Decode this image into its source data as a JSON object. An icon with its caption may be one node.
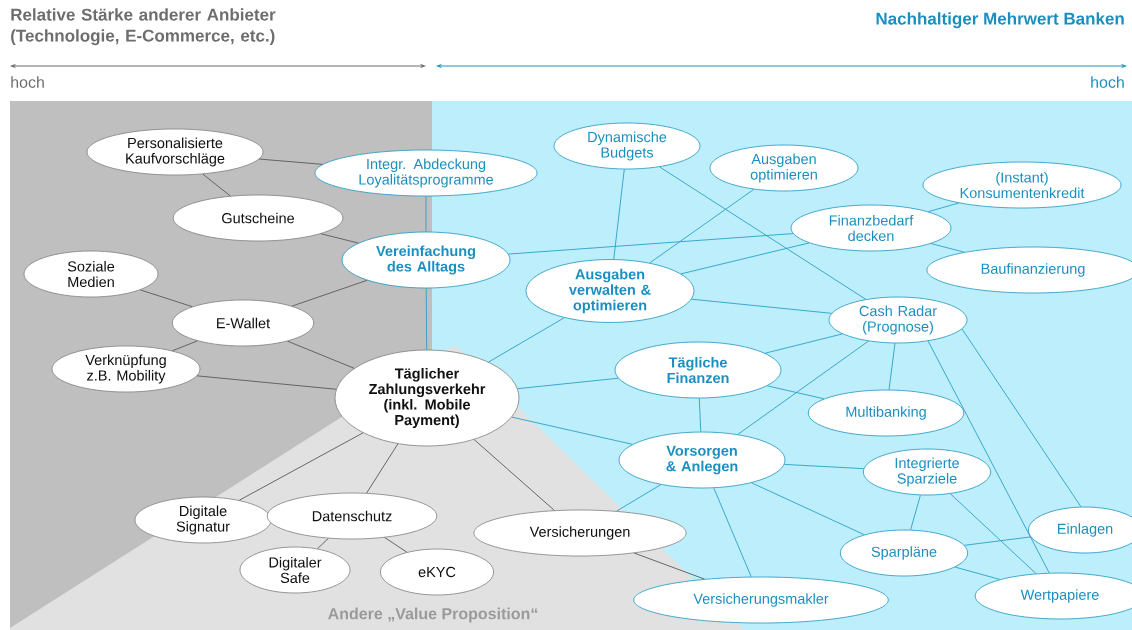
{
  "diagram": {
    "nodes": [
      {
        "text": [
          "Personalisierte Kaufvorschläge"
        ]
      },
      {
        "text": [
          "Integr. Abdeckung Loyalitätsprogramme"
        ]
      },
      {
        "text": [
          "Gutscheine"
        ]
      },
      {
        "text": [
          "Vereinfachung des Alltags"
        ]
      },
      {
        "text": [
          "Soziale Medien"
        ]
      },
      {
        "text": [
          "E-Wallet"
        ]
      },
      {
        "text": [
          "Verknüpfung z.B. Mobility"
        ]
      },
      {
        "text": [
          "Täglicher Zahlungsverkehr (inkl. Mobile Payment)"
        ]
      },
      {
        "text": [
          "Digitale Signatur"
        ]
      },
      {
        "text": [
          "Datenschutz"
        ]
      },
      {
        "text": [
          "Digitaler Safe"
        ]
      },
      {
        "text": [
          "eKYC"
        ]
      },
      {
        "text": [
          "Versicherungen"
        ]
      },
      {
        "text": [
          "Dynamische Budgets"
        ]
      },
      {
        "text": [
          "Ausgaben optimieren"
        ]
      },
      {
        "text": [
          "(Instant) Konsumentenkredit"
        ]
      },
      {
        "text": [
          "Finanzbedarf decken"
        ]
      },
      {
        "text": [
          "Ausgaben verwalten & optimieren"
        ]
      },
      {
        "text": [
          "Baufinanzierung"
        ]
      },
      {
        "text": [
          "Cash Radar (Prognose)"
        ]
      },
      {
        "text": [
          "Tägliche Finanzen"
        ]
      },
      {
        "text": [
          "Multibanking"
        ]
      },
      {
        "text": [
          "Vorsorgen & Anlegen"
        ]
      },
      {
        "text": [
          "Integrierte Sparziele"
        ]
      },
      {
        "text": [
          "Einlagen"
        ]
      },
      {
        "text": [
          "Sparpläne"
        ]
      },
      {
        "text": [
          "Versicherungsmakler"
        ]
      },
      {
        "text": [
          "Wertpapiere"
        ]
      }
    ],
    "edges": [
      {
        "from": 0,
        "to": 1,
        "arrow": "none",
        "color": "#595959"
      },
      {
        "from": 0,
        "to": 2,
        "arrow": "none",
        "color": "#595959"
      },
      {
        "from": 2,
        "to": 3,
        "arrow": "none",
        "color": "#595959"
      },
      {
        "from": 4,
        "to": 5,
        "arrow": "none",
        "color": "#595959"
      },
      {
        "from": 5,
        "to": 3,
        "arrow": "none",
        "color": "#595959"
      },
      {
        "from": 5,
        "to": 7,
        "arrow": "none",
        "color": "#595959"
      },
      {
        "from": 6,
        "to": 5,
        "arrow": "none",
        "color": "#595959"
      },
      {
        "from": 6,
        "to": 7,
        "arrow": "none",
        "color": "#595959"
      },
      {
        "from": 7,
        "to": 8,
        "arrow": "none",
        "color": "#595959"
      },
      {
        "from": 7,
        "to": 9,
        "arrow": "none",
        "color": "#595959"
      },
      {
        "from": 9,
        "to": 10,
        "arrow": "none",
        "color": "#595959"
      },
      {
        "from": 9,
        "to": 11,
        "arrow": "none",
        "color": "#595959"
      },
      {
        "from": 7,
        "to": 12,
        "arrow": "none",
        "color": "#595959"
      },
      {
        "from": 12,
        "to": 26,
        "arrow": "none",
        "color": "#595959"
      },
      {
        "from": 1,
        "to": 3,
        "arrow": "none"
      },
      {
        "from": 3,
        "to": 7,
        "arrow": "none"
      },
      {
        "from": 3,
        "to": 16,
        "arrow": "none"
      },
      {
        "from": 16,
        "to": 15,
        "arrow": "none"
      },
      {
        "from": 16,
        "to": 18,
        "arrow": "none"
      },
      {
        "from": 7,
        "to": 17,
        "arrow": "none"
      },
      {
        "from": 17,
        "to": 13,
        "arrow": "none"
      },
      {
        "from": 17,
        "to": 14,
        "arrow": "none"
      },
      {
        "from": 17,
        "to": 16,
        "arrow": "none"
      },
      {
        "from": 17,
        "to": 19,
        "arrow": "none"
      },
      {
        "from": 13,
        "to": 19,
        "arrow": "none"
      },
      {
        "from": 7,
        "to": 20,
        "arrow": "none"
      },
      {
        "from": 20,
        "to": 19,
        "arrow": "none"
      },
      {
        "from": 20,
        "to": 21,
        "arrow": "none"
      },
      {
        "from": 20,
        "to": 22,
        "arrow": "none"
      },
      {
        "from": 19,
        "to": 21,
        "arrow": "none"
      },
      {
        "from": 19,
        "to": 22,
        "arrow": "none"
      },
      {
        "from": 7,
        "to": 22,
        "arrow": "none"
      },
      {
        "from": 22,
        "to": 12,
        "arrow": "none"
      },
      {
        "from": 22,
        "to": 23,
        "arrow": "none"
      },
      {
        "from": 22,
        "to": 25,
        "arrow": "none"
      },
      {
        "from": 22,
        "to": 26,
        "arrow": "none"
      },
      {
        "from": 23,
        "to": 25,
        "arrow": "none"
      },
      {
        "from": 23,
        "to": 27,
        "arrow": "none"
      },
      {
        "from": 25,
        "to": 24,
        "arrow": "none"
      },
      {
        "from": 25,
        "to": 27,
        "arrow": "none"
      },
      {
        "from": 19,
        "to": 27,
        "arrow": "none"
      },
      {
        "from": 19,
        "to": 24,
        "arrow": "none"
      }
    ],
    "labels": [
      "Relative Stärke anderer Anbieter (Technologie, E-Commerce, etc.)",
      "Nachhaltiger Mehrwert Banken",
      "hoch",
      "hoch",
      "Andere „Value Proposition“"
    ]
  }
}
